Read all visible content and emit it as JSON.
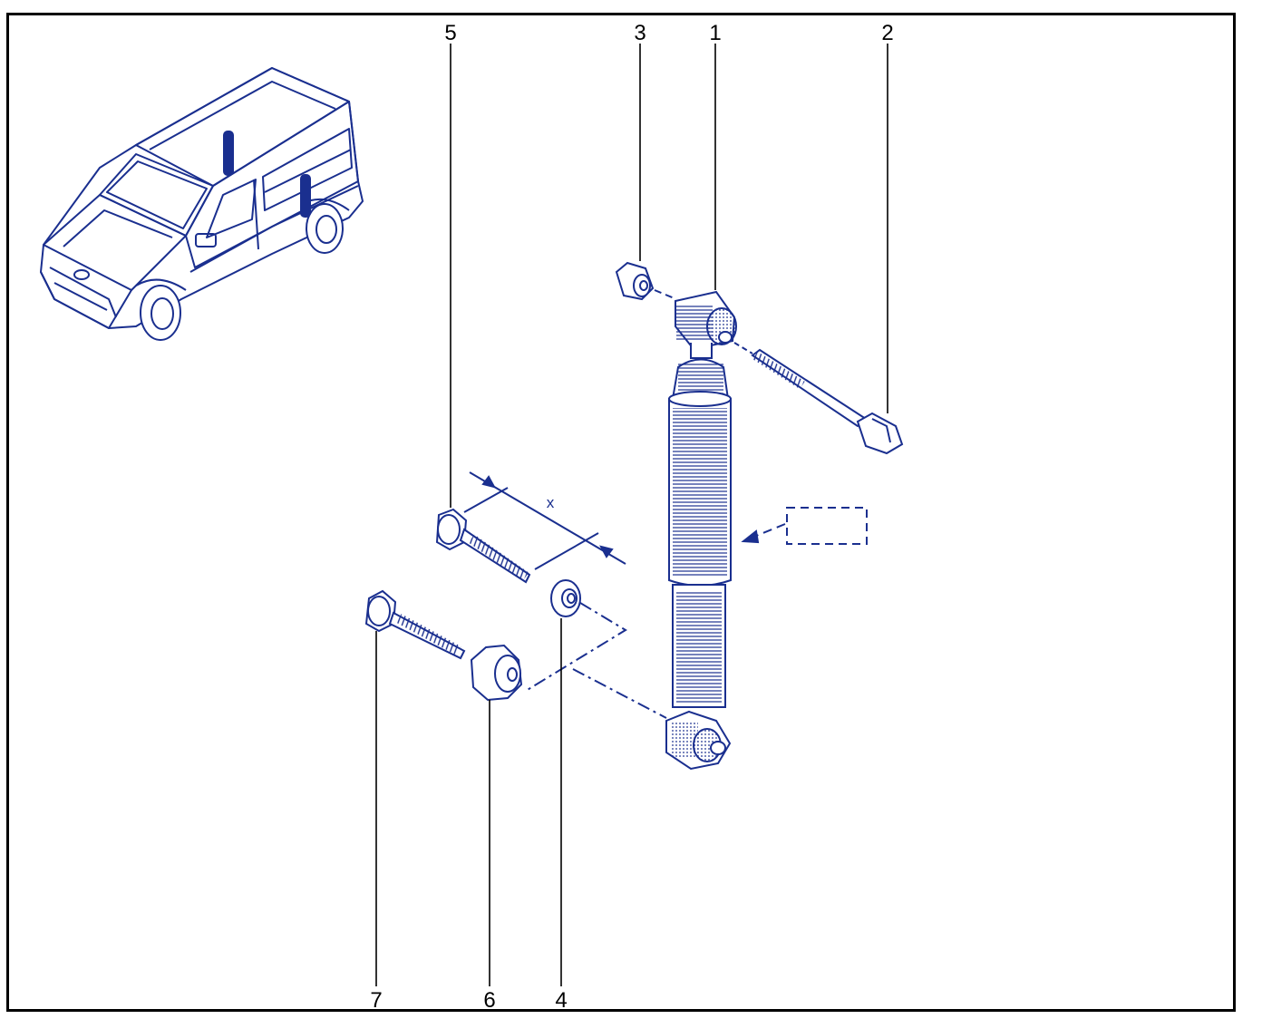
{
  "diagram": {
    "callouts": [
      {
        "id": "5",
        "label": "5"
      },
      {
        "id": "3",
        "label": "3"
      },
      {
        "id": "1",
        "label": "1"
      },
      {
        "id": "2",
        "label": "2"
      },
      {
        "id": "7",
        "label": "7"
      },
      {
        "id": "6",
        "label": "6"
      },
      {
        "id": "4",
        "label": "4"
      }
    ],
    "dimension_label": "x",
    "colors": {
      "line_art": "#1a2f8f",
      "callout_lines": "#000000",
      "frame": "#000000"
    }
  }
}
